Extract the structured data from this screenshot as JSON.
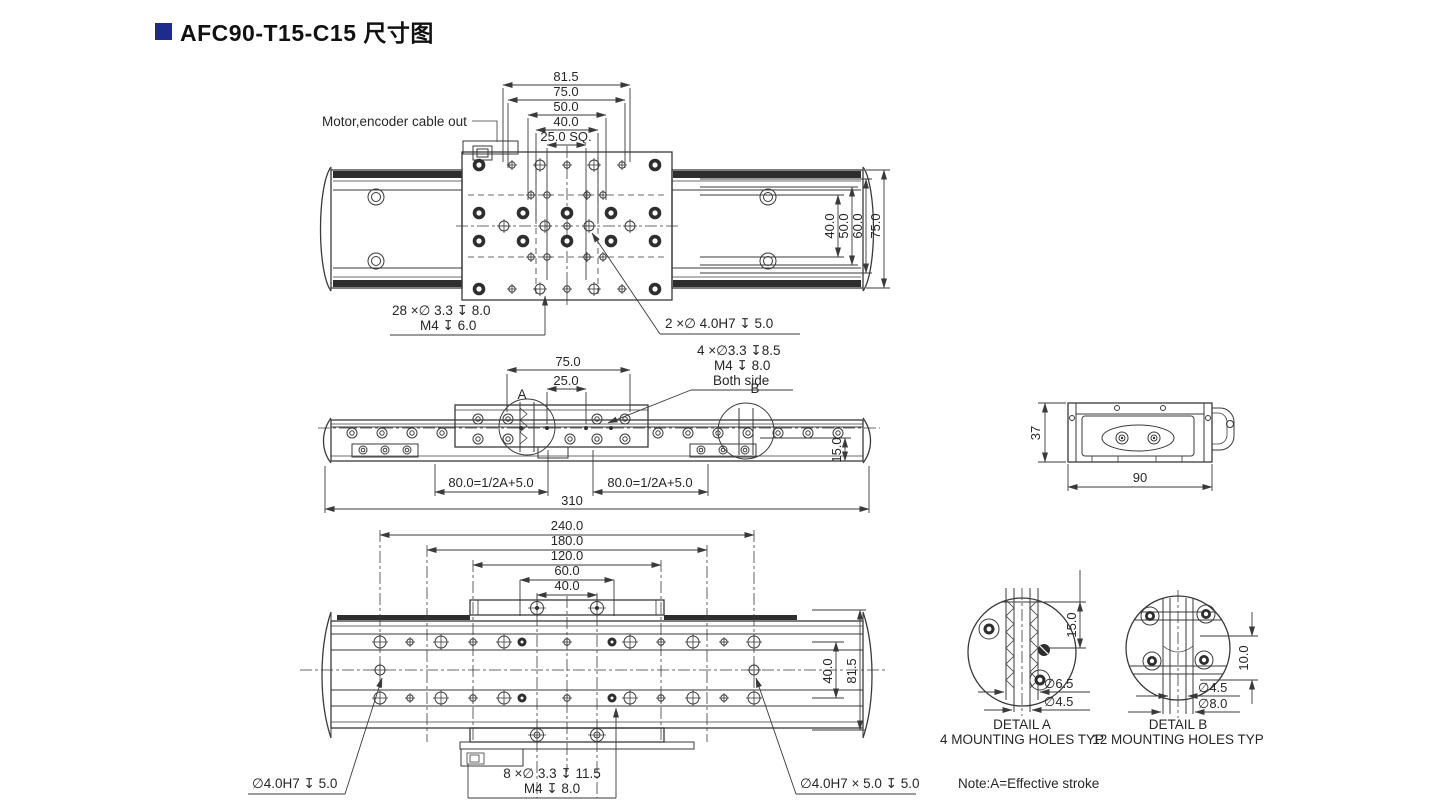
{
  "colors": {
    "line": "#3a3a3a",
    "accent": "#1e2b8c",
    "text": "#262626"
  },
  "title": {
    "text": "AFC90-T15-C15 尺寸图"
  },
  "top_view": {
    "cable_label": "Motor,encoder cable out",
    "dims_top": [
      "81.5",
      "75.0",
      "50.0",
      "40.0",
      "25.0 SQ."
    ],
    "dims_right": [
      "40.0",
      "50.0",
      "60.0",
      "75.0"
    ],
    "callout_left": {
      "line1": "28 ×∅ 3.3 ↧ 8.0",
      "line2": "M4 ↧ 6.0"
    },
    "callout_right": "2 ×∅ 4.0H7 ↧ 5.0"
  },
  "front_view": {
    "dim_75": "75.0",
    "dim_25": "25.0",
    "label_a": "A",
    "label_b": "B",
    "callout": {
      "line1": "4 ×∅3.3 ↧8.5",
      "line2": "M4 ↧ 8.0",
      "line3": "Both side"
    },
    "dim_15": "15.0",
    "dim_stroke_left": "80.0=1/2A+5.0",
    "dim_stroke_right": "80.0=1/2A+5.0",
    "dim_total": "310"
  },
  "side_view": {
    "dim_height": "37",
    "dim_width": "90"
  },
  "bottom_view": {
    "dims_top": [
      "240.0",
      "180.0",
      "120.0",
      "60.0",
      "40.0"
    ],
    "dims_right": [
      "40.0",
      "81.5"
    ],
    "callout_left": "∅4.0H7 ↧ 5.0",
    "callout_center": {
      "line1": "8 ×∅ 3.3 ↧ 11.5",
      "line2": "M4 ↧ 8.0"
    },
    "callout_right": "∅4.0H7 × 5.0 ↧ 5.0"
  },
  "detail_a": {
    "title": "DETAIL A",
    "subtitle": "4 MOUNTING HOLES TYP",
    "dim_depth": "15.0",
    "dia_outer": "∅6.5",
    "dia_inner": "∅4.5"
  },
  "detail_b": {
    "title": "DETAIL B",
    "subtitle": "12 MOUNTING HOLES TYP",
    "dim_depth": "10.0",
    "dia_inner": "∅4.5",
    "dia_outer": "∅8.0"
  },
  "note": "Note:A=Effective stroke"
}
